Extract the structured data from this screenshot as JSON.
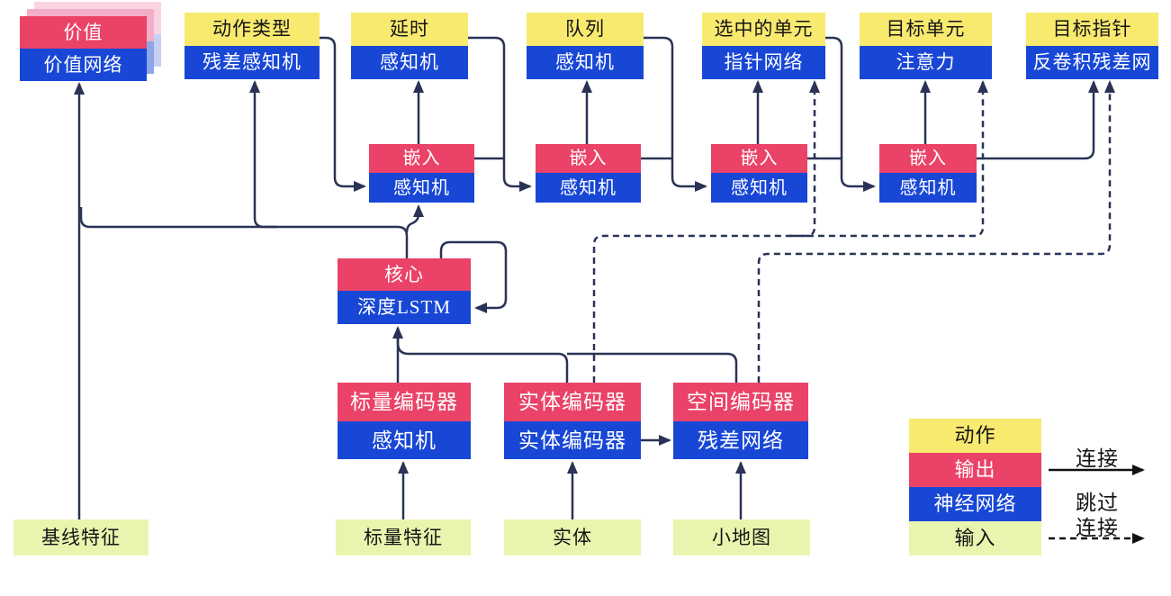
{
  "diagram": {
    "nodes": {
      "value": {
        "top": "价值",
        "bottom": "价值网络"
      },
      "action_type": {
        "top": "动作类型",
        "bottom": "残差感知机"
      },
      "delay": {
        "top": "延时",
        "bottom": "感知机"
      },
      "queue": {
        "top": "队列",
        "bottom": "感知机"
      },
      "selected_units": {
        "top": "选中的单元",
        "bottom": "指针网络"
      },
      "target_unit": {
        "top": "目标单元",
        "bottom": "注意力"
      },
      "target_point": {
        "top": "目标指针",
        "bottom": "反卷积残差网"
      },
      "embed1": {
        "top": "嵌入",
        "bottom": "感知机"
      },
      "embed2": {
        "top": "嵌入",
        "bottom": "感知机"
      },
      "embed3": {
        "top": "嵌入",
        "bottom": "感知机"
      },
      "embed4": {
        "top": "嵌入",
        "bottom": "感知机"
      },
      "core": {
        "top": "核心",
        "bottom": "深度LSTM"
      },
      "scalar_encoder": {
        "top": "标量编码器",
        "bottom": "感知机"
      },
      "entity_encoder": {
        "top": "实体编码器",
        "bottom": "实体编码器"
      },
      "spatial_encoder": {
        "top": "空间编码器",
        "bottom": "残差网络"
      },
      "baseline_features": {
        "label": "基线特征"
      },
      "scalar_features": {
        "label": "标量特征"
      },
      "entities": {
        "label": "实体"
      },
      "minimap": {
        "label": "小地图"
      }
    },
    "legend": {
      "action": "动作",
      "output": "输出",
      "neural_network": "神经网络",
      "input": "输入",
      "connection_label": "连接",
      "skip_label_line1": "跳过",
      "skip_label_line2": "连接"
    },
    "colors": {
      "action_yellow": "#F8E96F",
      "output_red": "#EA4367",
      "network_blue": "#1847D6",
      "input_green": "#E9F5AE",
      "line_navy": "#2A3356",
      "legend_arrow_black": "#111111",
      "value_stack_pink": "#F2AEC7",
      "value_stack_pink_light": "#F9D3E1",
      "value_stack_blue": "#8FA5EA",
      "value_stack_blue_light": "#C6D0F5"
    }
  }
}
